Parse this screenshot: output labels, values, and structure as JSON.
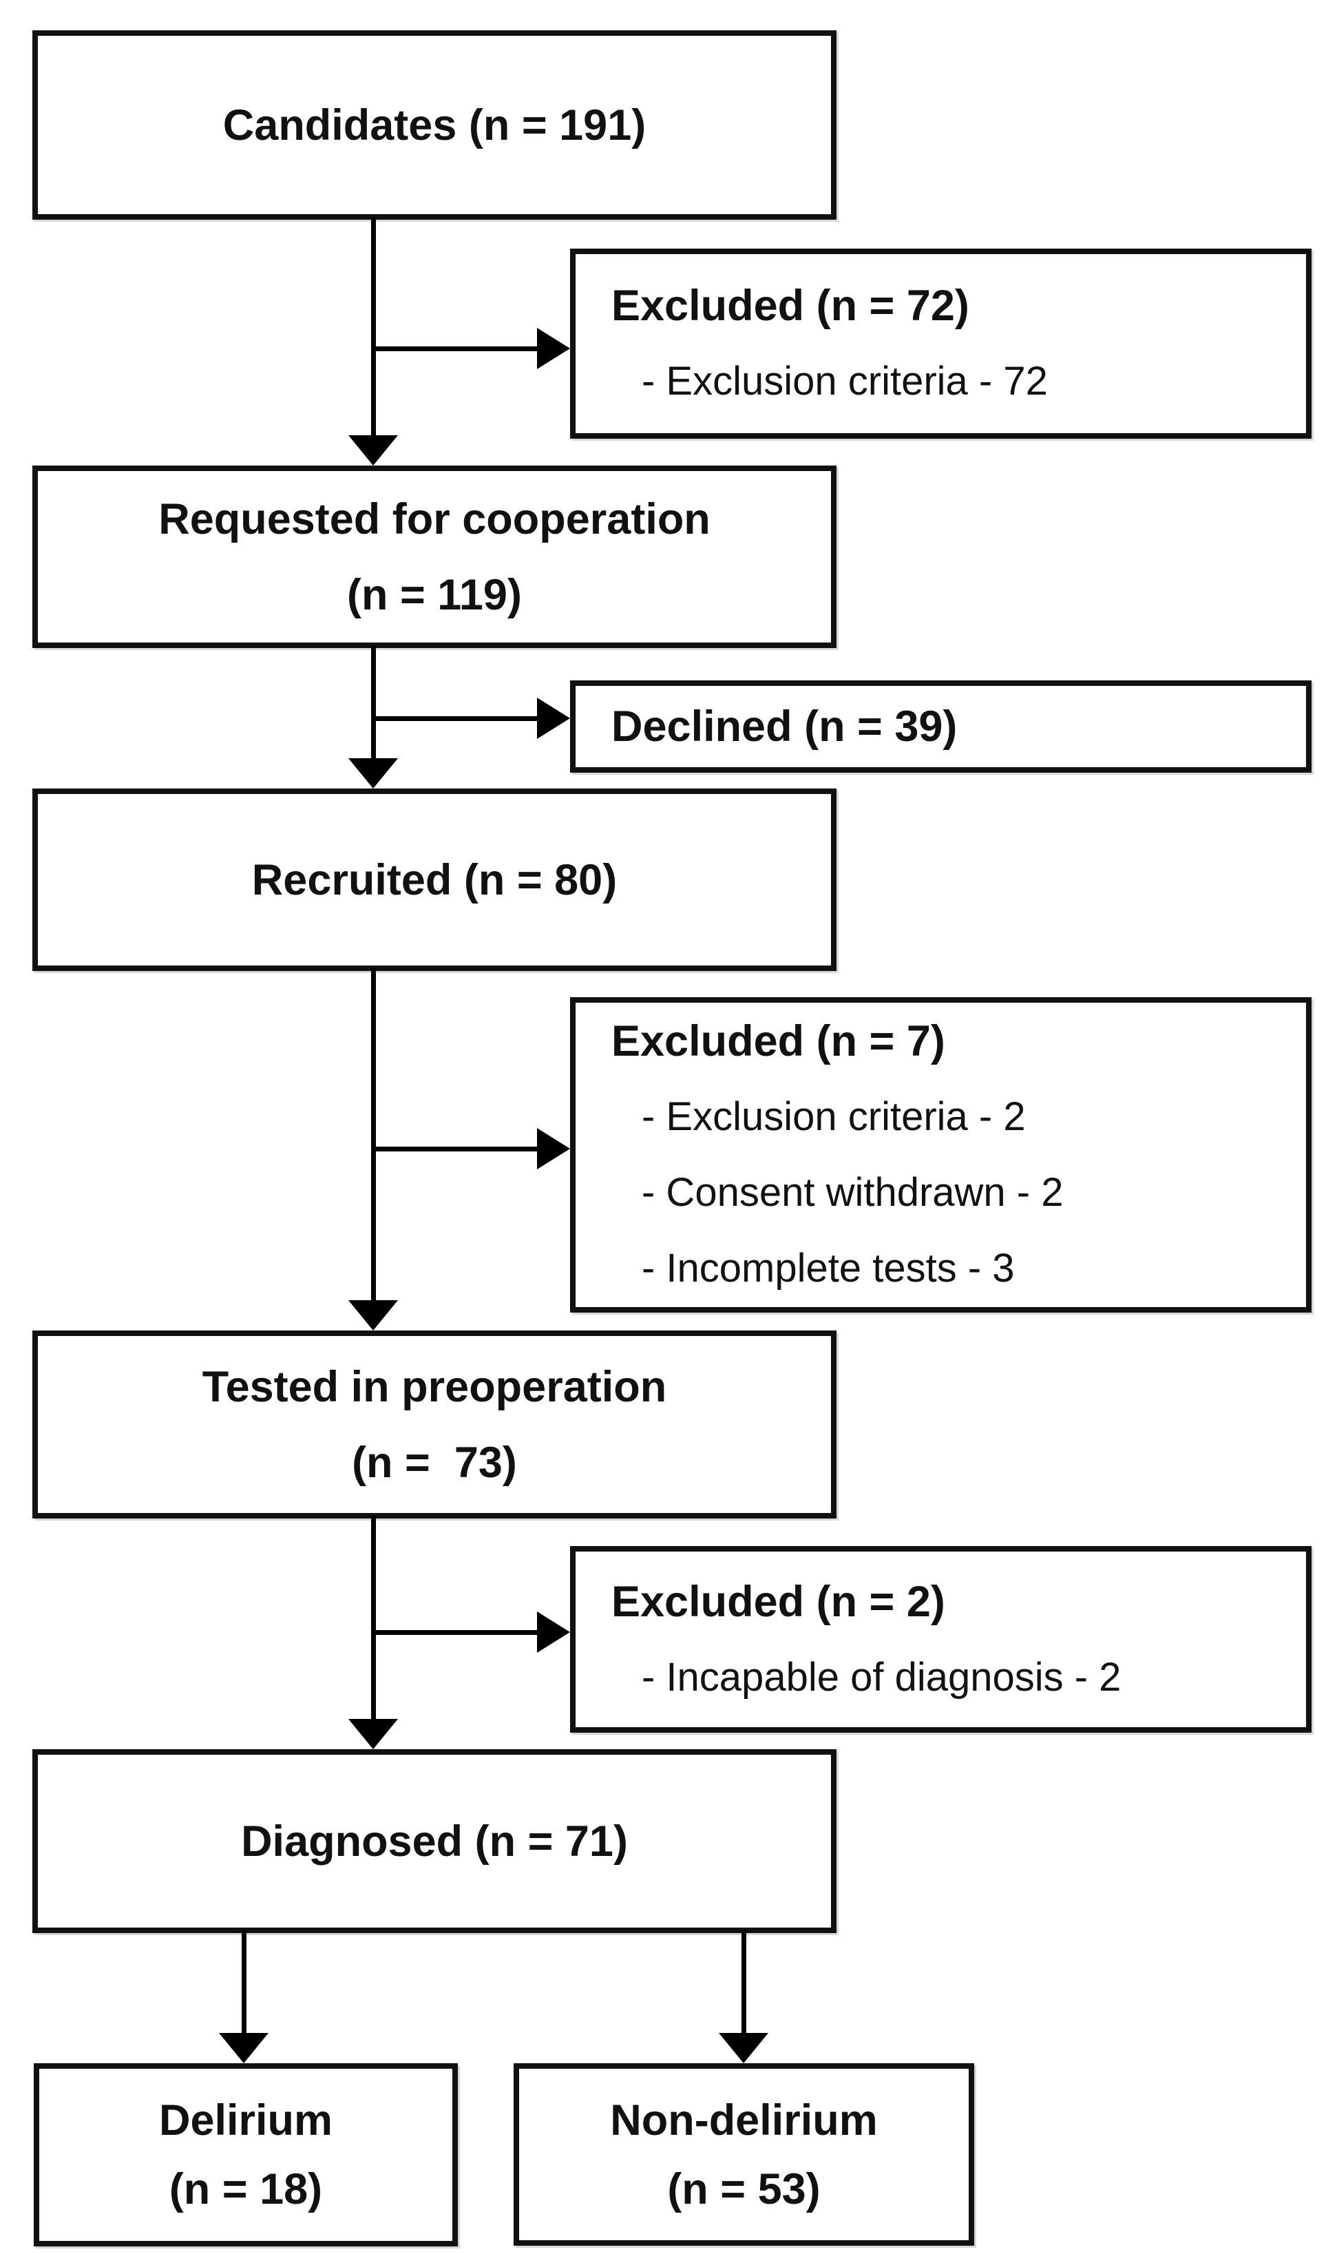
{
  "figure": {
    "type": "patient-flow-diagram",
    "background_color": "#ffffff",
    "box_fill_color": "#ffffff",
    "box_border_color": "#111111",
    "line_color": "#000000",
    "text_color": "#111111"
  },
  "boxes": {
    "candidates": {
      "line1": "Candidates (n = 191)"
    },
    "excluded1": {
      "title": "Excluded (n = 72)",
      "item1": "- Exclusion criteria - 72"
    },
    "requested": {
      "line1": "Requested for cooperation",
      "line2": "(n = 119)"
    },
    "declined": {
      "title": "Declined (n = 39)"
    },
    "recruited": {
      "line1": "Recruited (n = 80)"
    },
    "excluded2": {
      "title": "Excluded (n = 7)",
      "item1": "- Exclusion criteria - 2",
      "item2": "- Consent withdrawn - 2",
      "item3": "- Incomplete tests - 3"
    },
    "tested": {
      "line1": "Tested in preoperation",
      "line2": "(n =  73)"
    },
    "excluded3": {
      "title": "Excluded (n = 2)",
      "item1": "- Incapable of diagnosis - 2"
    },
    "diagnosed": {
      "line1": "Diagnosed (n = 71)"
    },
    "delirium": {
      "line1": "Delirium",
      "line2": "(n = 18)"
    },
    "nondelirium": {
      "line1": "Non-delirium",
      "line2": "(n = 53)"
    }
  }
}
